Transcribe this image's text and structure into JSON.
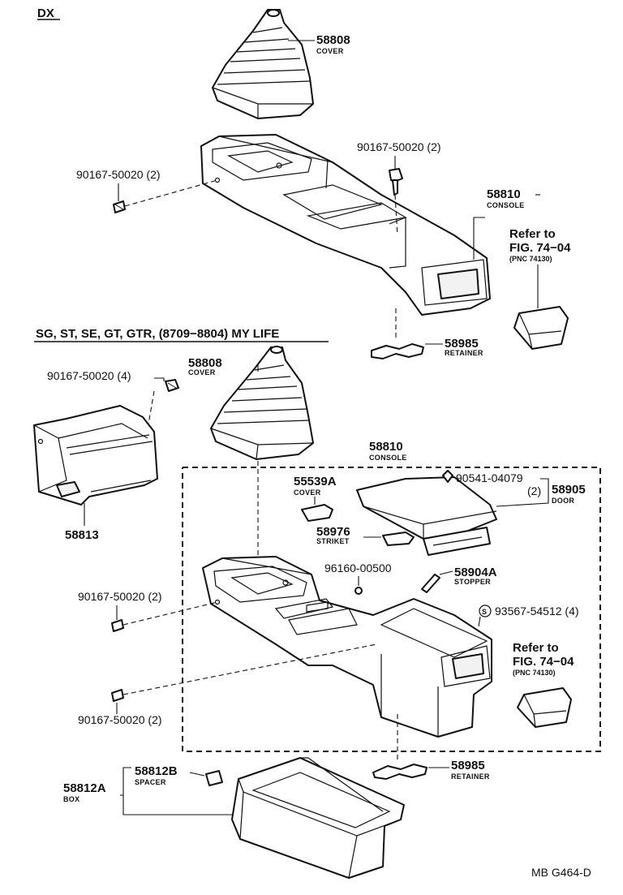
{
  "sections": {
    "dx": "DX",
    "sg": "SG, ST, SE, GT, GTR, (8709−8804) MY LIFE"
  },
  "labels": {
    "t1_num": "58808",
    "t1_name": "COVER",
    "t2_num": "90167-50020 (2)",
    "t3_num": "90167-50020 (2)",
    "t4_num": "58810",
    "t4_name": "CONSOLE",
    "t5_l1": "Refer to",
    "t5_l2": "FIG. 74−04",
    "t5_l3": "(PNC 74130)",
    "t6_num": "58985",
    "t6_name": "RETAINER",
    "b1_num": "58808",
    "b1_name": "COVER",
    "b2_num": "90167-50020 (4)",
    "b3_num": "58813",
    "b4_num": "58810",
    "b4_name": "CONSOLE",
    "b5_num": "55539A",
    "b5_name": "COVER",
    "b6_num": "90541-04079",
    "b6_qty": "(2)",
    "b7_num": "58905",
    "b7_name": "DOOR",
    "b8_num": "58976",
    "b8_name": "STRIKET",
    "b9_num": "96160-00500",
    "b10_num": "58904A",
    "b10_name": "STOPPER",
    "b11_mark": "S",
    "b11_num": "93567-54512 (4)",
    "b12_l1": "Refer to",
    "b12_l2": "FIG. 74−04",
    "b12_l3": "(PNC 74130)",
    "b13_num": "90167-50020 (2)",
    "b14_num": "90167-50020 (2)",
    "b15_num": "58985",
    "b15_name": "RETAINER",
    "b16_num": "58812B",
    "b16_name": "SPACER",
    "b17_num": "58812A",
    "b17_name": "BOX",
    "ref": "MB G464-D"
  }
}
